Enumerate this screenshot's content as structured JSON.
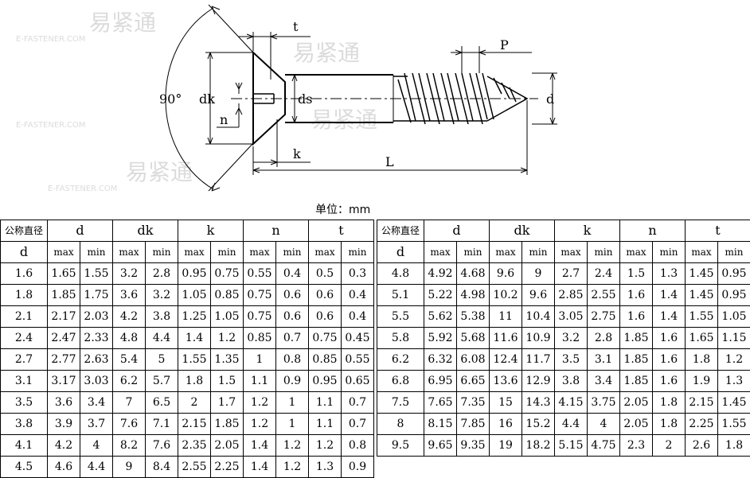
{
  "drawing": {
    "labels": {
      "t": "t",
      "p": "P",
      "angle": "90°",
      "dk": "dk",
      "ds": "ds",
      "d": "d",
      "n": "n",
      "k": "k",
      "l": "L"
    }
  },
  "unit_label": "单位：mm",
  "table_headers": {
    "nominal": "公称直径",
    "d": "d",
    "dk": "dk",
    "k": "k",
    "n": "n",
    "t": "t",
    "max": "max",
    "min": "min"
  },
  "left_rows": [
    [
      "1.6",
      "1.65",
      "1.55",
      "3.2",
      "2.8",
      "0.95",
      "0.75",
      "0.55",
      "0.4",
      "0.5",
      "0.3"
    ],
    [
      "1.8",
      "1.85",
      "1.75",
      "3.6",
      "3.2",
      "1.05",
      "0.85",
      "0.75",
      "0.6",
      "0.6",
      "0.4"
    ],
    [
      "2.1",
      "2.17",
      "2.03",
      "4.2",
      "3.8",
      "1.25",
      "1.05",
      "0.75",
      "0.6",
      "0.6",
      "0.4"
    ],
    [
      "2.4",
      "2.47",
      "2.33",
      "4.8",
      "4.4",
      "1.4",
      "1.2",
      "0.85",
      "0.7",
      "0.75",
      "0.45"
    ],
    [
      "2.7",
      "2.77",
      "2.63",
      "5.4",
      "5",
      "1.55",
      "1.35",
      "1",
      "0.8",
      "0.85",
      "0.55"
    ],
    [
      "3.1",
      "3.17",
      "3.03",
      "6.2",
      "5.7",
      "1.8",
      "1.5",
      "1.1",
      "0.9",
      "0.95",
      "0.65"
    ],
    [
      "3.5",
      "3.6",
      "3.4",
      "7",
      "6.5",
      "2",
      "1.7",
      "1.2",
      "1",
      "1.1",
      "0.7"
    ],
    [
      "3.8",
      "3.9",
      "3.7",
      "7.6",
      "7.1",
      "2.15",
      "1.85",
      "1.2",
      "1",
      "1.1",
      "0.7"
    ],
    [
      "4.1",
      "4.2",
      "4",
      "8.2",
      "7.6",
      "2.35",
      "2.05",
      "1.4",
      "1.2",
      "1.2",
      "0.8"
    ],
    [
      "4.5",
      "4.6",
      "4.4",
      "9",
      "8.4",
      "2.55",
      "2.25",
      "1.4",
      "1.2",
      "1.3",
      "0.9"
    ]
  ],
  "right_rows": [
    [
      "4.8",
      "4.92",
      "4.68",
      "9.6",
      "9",
      "2.7",
      "2.4",
      "1.5",
      "1.3",
      "1.45",
      "0.95"
    ],
    [
      "5.1",
      "5.22",
      "4.98",
      "10.2",
      "9.6",
      "2.85",
      "2.55",
      "1.6",
      "1.4",
      "1.45",
      "0.95"
    ],
    [
      "5.5",
      "5.62",
      "5.38",
      "11",
      "10.4",
      "3.05",
      "2.75",
      "1.6",
      "1.4",
      "1.55",
      "1.05"
    ],
    [
      "5.8",
      "5.92",
      "5.68",
      "11.6",
      "10.9",
      "3.2",
      "2.8",
      "1.85",
      "1.6",
      "1.65",
      "1.15"
    ],
    [
      "6.2",
      "6.32",
      "6.08",
      "12.4",
      "11.7",
      "3.5",
      "3.1",
      "1.85",
      "1.6",
      "1.8",
      "1.2"
    ],
    [
      "6.8",
      "6.95",
      "6.65",
      "13.6",
      "12.9",
      "3.8",
      "3.4",
      "1.85",
      "1.6",
      "1.9",
      "1.3"
    ],
    [
      "7.5",
      "7.65",
      "7.35",
      "15",
      "14.3",
      "4.15",
      "3.75",
      "2.05",
      "1.8",
      "2.15",
      "1.45"
    ],
    [
      "8",
      "8.15",
      "7.85",
      "16",
      "15.2",
      "4.4",
      "4",
      "2.05",
      "1.8",
      "2.25",
      "1.55"
    ],
    [
      "9.5",
      "9.65",
      "9.35",
      "19",
      "18.2",
      "5.15",
      "4.75",
      "2.3",
      "2",
      "2.6",
      "1.8"
    ]
  ]
}
